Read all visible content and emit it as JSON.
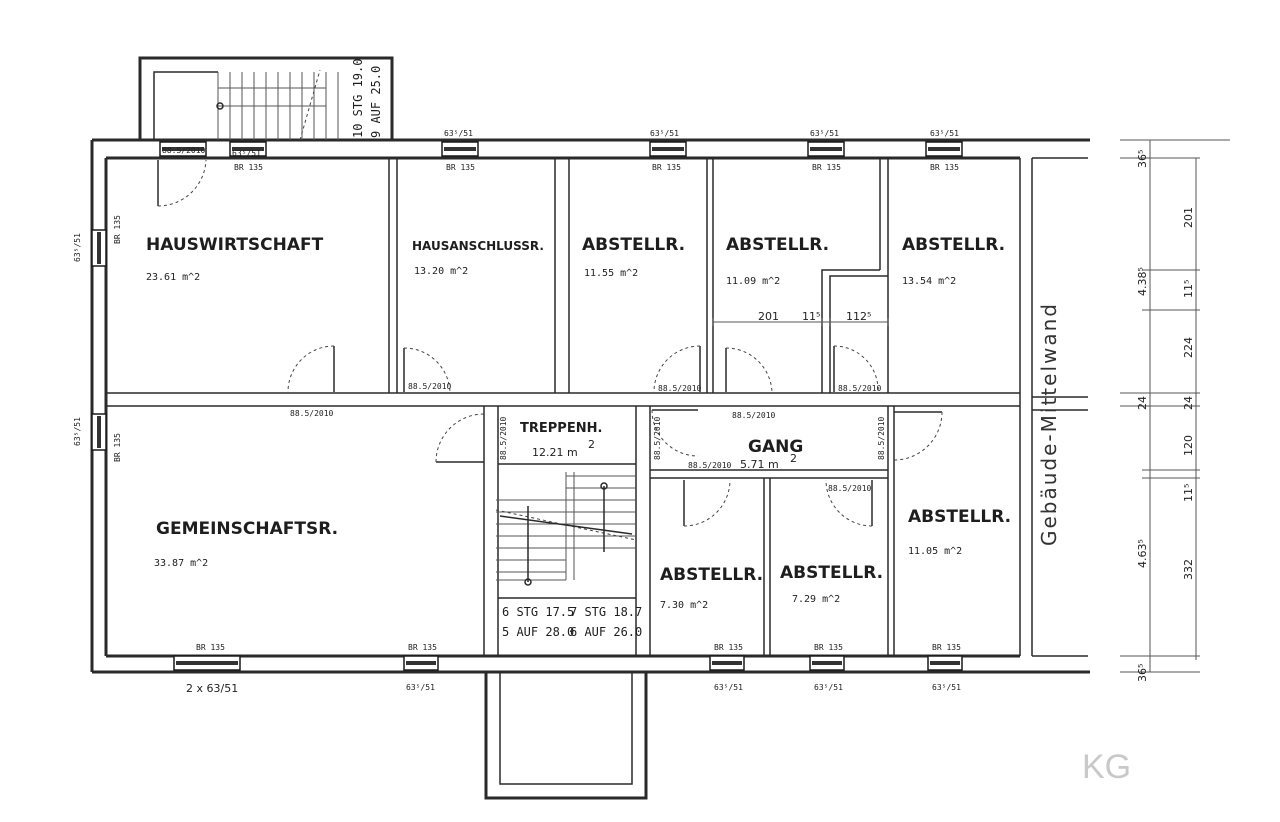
{
  "rooms": {
    "hauswirtschaft": {
      "name": "HAUSWIRTSCHAFT",
      "area": "23.61 m^2"
    },
    "hausanschluss": {
      "name": "HAUSANSCHLUSSR.",
      "area": "13.20 m^2"
    },
    "abstell1": {
      "name": "ABSTELLR.",
      "area": "11.55 m^2"
    },
    "abstell2": {
      "name": "ABSTELLR.",
      "area": "11.09 m^2"
    },
    "abstell3": {
      "name": "ABSTELLR.",
      "area": "13.54 m^2"
    },
    "gemeinschaft": {
      "name": "GEMEINSCHAFTSR.",
      "area": "33.87 m^2"
    },
    "treppenhaus": {
      "name": "TREPPENH.",
      "area": "12.21 m",
      "area_sup": "2"
    },
    "gang": {
      "name": "GANG",
      "area": "5.71 m",
      "area_sup": "2"
    },
    "abstell4": {
      "name": "ABSTELLR.",
      "area": "7.30 m^2"
    },
    "abstell5": {
      "name": "ABSTELLR.",
      "area": "7.29 m^2"
    },
    "abstell6": {
      "name": "ABSTELLR.",
      "area": "11.05 m^2"
    }
  },
  "stair_notes": {
    "left_top": "6 STG 17.5",
    "left_bottom": "5 AUF 28.0",
    "right_top": "7 STG 18.7",
    "right_bottom": "6 AUF 26.0",
    "exterior_1": "10 STG 19.0",
    "exterior_2": "9 AUF 25.0"
  },
  "labels": {
    "window_63_51": "63⁵/51",
    "door_885": "88.5/2010",
    "br135": "BR 135",
    "windows_2x": "2 x 63/51",
    "mittelwand": "Gebäude-Mittelwand"
  },
  "dimensions": {
    "inner_201": "201",
    "inner_11": "11⁵",
    "inner_112": "112⁵",
    "right_365_top": "36⁵",
    "right_201": "201",
    "right_438": "4.38⁵",
    "right_115a": "11⁵",
    "right_224": "224",
    "right_24a": "24",
    "right_24b": "24",
    "right_120": "120",
    "right_115b": "11⁵",
    "right_463": "4.63⁵",
    "right_332": "332",
    "right_365_bottom": "36⁵"
  },
  "logo": "KG"
}
